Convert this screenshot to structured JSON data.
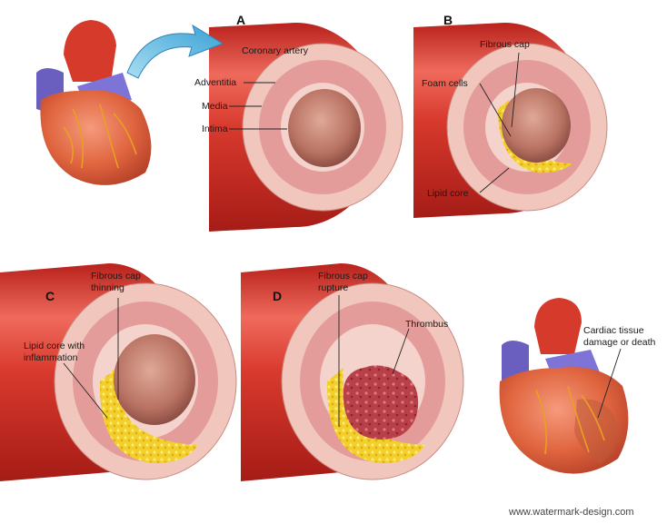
{
  "panels": {
    "a": "A",
    "b": "B",
    "c": "C",
    "d": "D"
  },
  "labels": {
    "coronary_artery": "Coronary artery",
    "adventitia": "Adventitia",
    "media": "Media",
    "intima": "Intima",
    "fibrous_cap": "Fibrous cap",
    "foam_cells": "Foam cells",
    "lipid_core": "Lipid core",
    "fibrous_cap_thinning_1": "Fibrous cap",
    "fibrous_cap_thinning_2": "thinning",
    "lipid_core_inflammation_1": "Lipid core with",
    "lipid_core_inflammation_2": "inflammation",
    "fibrous_cap_rupture_1": "Fibrous cap",
    "fibrous_cap_rupture_2": "rupture",
    "thrombus": "Thrombus",
    "cardiac_tissue_1": "Cardiac tissue",
    "cardiac_tissue_2": "damage or death"
  },
  "watermark": "www.watermark-design.com",
  "colors": {
    "artery_red": "#d6362c",
    "artery_highlight": "#f08070",
    "adventitia_ring": "#f1c6bd",
    "media_ring": "#e49c9a",
    "lumen": "#b67468",
    "lipid_yellow": "#f2cf2a",
    "thrombus": "#b8404a",
    "heart_red": "#d63a2a",
    "vein_purple": "#6a5fbf",
    "arrow_blue": "#5cb8e0"
  }
}
